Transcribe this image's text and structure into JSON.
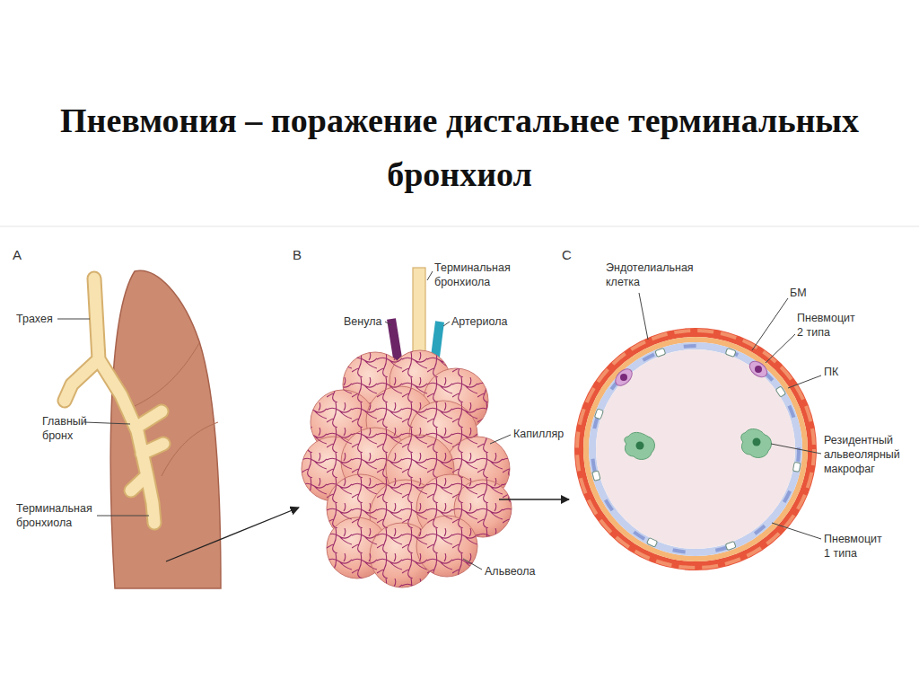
{
  "diagram": {
    "title": "Пневмония – поражение дистальнее терминальных бронхиол",
    "labels": [
      "A",
      "Трахея",
      "Главный бронх",
      "Терминальная бронхиола",
      "B",
      "Терминальная бронхиола",
      "Венула",
      "Артериола",
      "Капилляр",
      "Альвеола",
      "C",
      "Эндотелиальная клетка",
      "БМ",
      "Пневмоцит 2 типа",
      "ПК",
      "Резидентный альвеолярный макрофаг",
      "Пневмоцит 1 типа"
    ]
  }
}
